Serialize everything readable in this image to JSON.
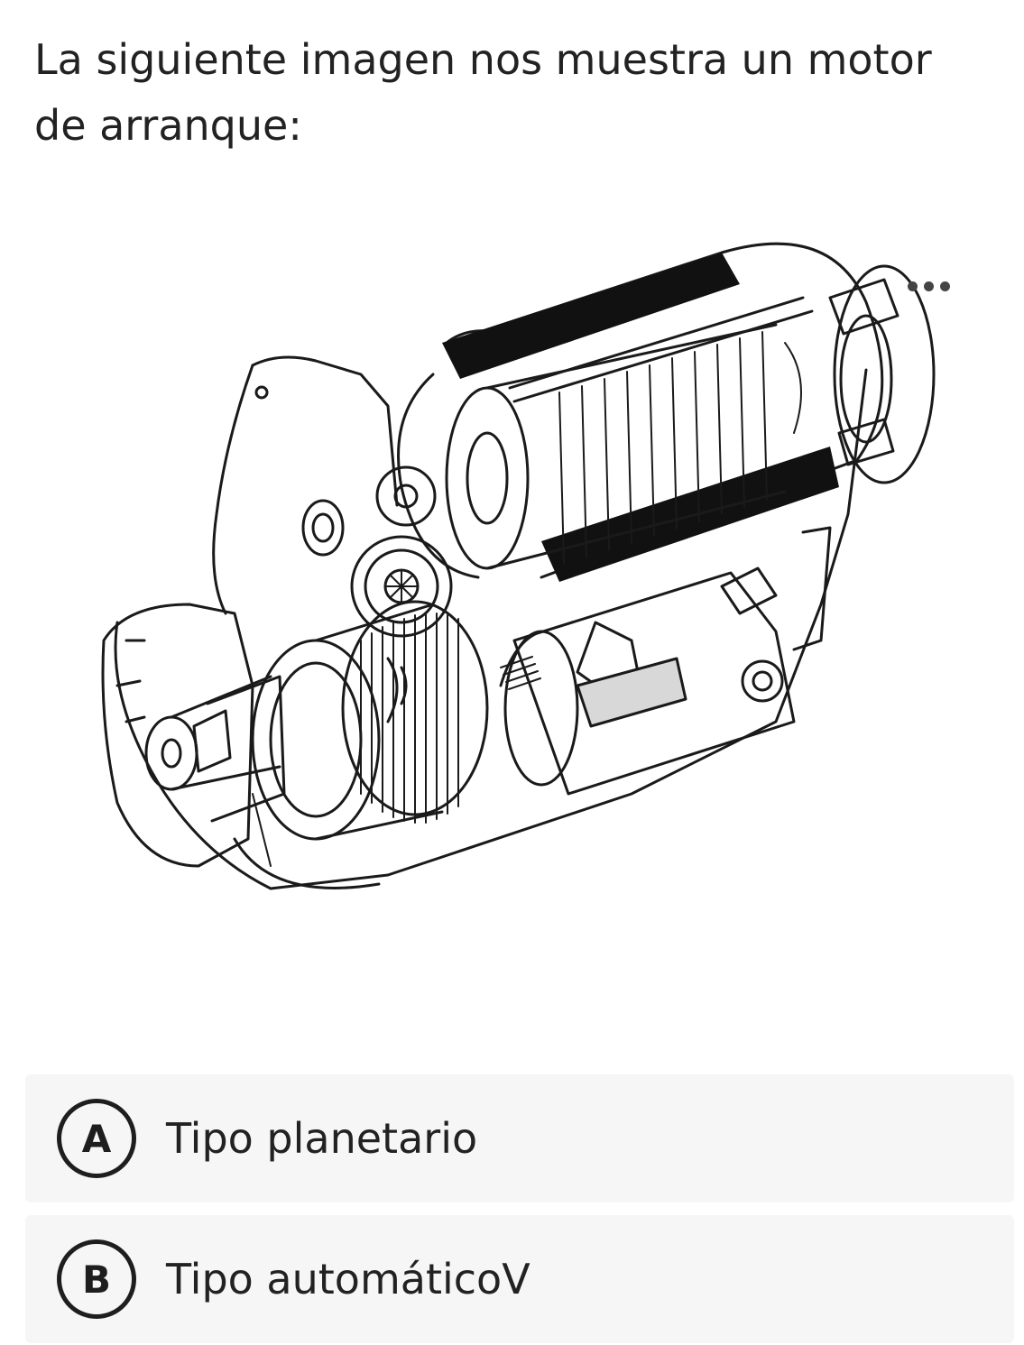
{
  "question": {
    "text": "La siguiente imagen nos muestra un motor de arranque:"
  },
  "figure": {
    "subject": "starter motor cutaway line drawing",
    "more_icon": "more-horizontal-icon"
  },
  "options": [
    {
      "letter": "A",
      "label": "Tipo planetario"
    },
    {
      "letter": "B",
      "label": "Tipo automáticoV"
    }
  ],
  "colors": {
    "option_background": "#f6f6f6",
    "text": "#222222",
    "ink": "#1e1e1e"
  }
}
